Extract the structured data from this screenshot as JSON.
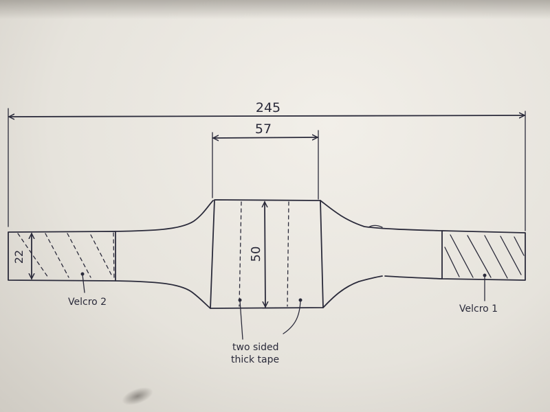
{
  "dimensions": {
    "overall_length": "245",
    "center_width": "57",
    "center_height": "50",
    "strap_height": "22"
  },
  "labels": {
    "velcro_left": "Velcro 2",
    "velcro_right": "Velcro 1",
    "tape_line1": "two sided",
    "tape_line2": "thick tape"
  },
  "colors": {
    "ink": "#2a2a3a",
    "paper": "#ece9e3"
  }
}
